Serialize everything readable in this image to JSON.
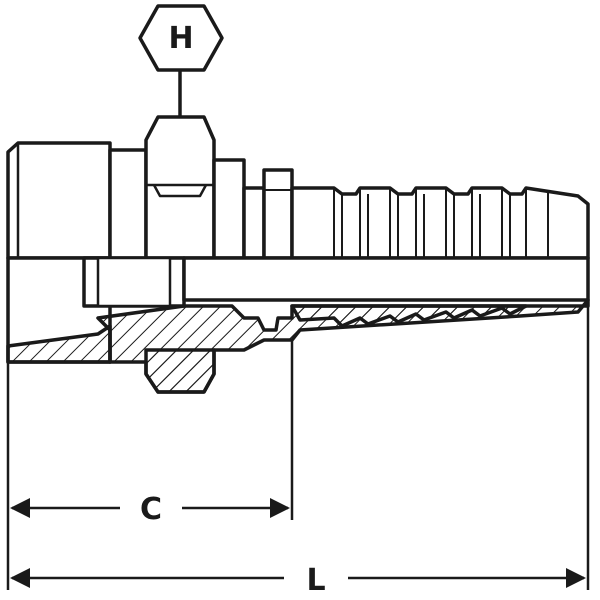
{
  "diagram": {
    "hex_label": "H",
    "dimension_c_label": "C",
    "dimension_l_label": "L",
    "colors": {
      "stroke": "#1a1a1a",
      "fill": "#ffffff",
      "hatch": "#1a1a1a"
    }
  }
}
